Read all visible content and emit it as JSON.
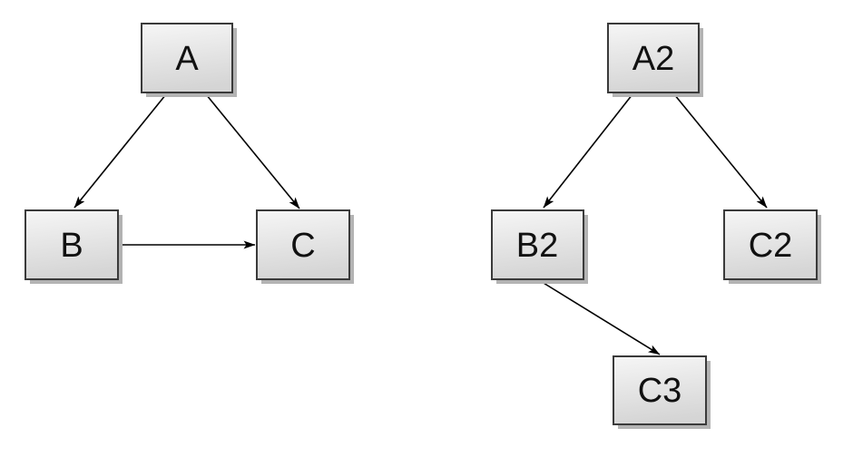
{
  "diagram": {
    "background_color": "#ffffff",
    "node_style": {
      "fill_top": "#f6f6f6",
      "fill_bottom": "#d5d5d5",
      "border_color": "#3a3a3a",
      "shadow_color": "#b3b3b3",
      "text_color": "#111111"
    },
    "edge_style": {
      "line_color": "#000000",
      "arrowhead": "filled-triangle"
    },
    "graphs": [
      {
        "name": "left-graph",
        "nodes": [
          {
            "id": "A",
            "label": "A"
          },
          {
            "id": "B",
            "label": "B"
          },
          {
            "id": "C",
            "label": "C"
          }
        ],
        "edges": [
          {
            "from": "A",
            "to": "B"
          },
          {
            "from": "A",
            "to": "C"
          },
          {
            "from": "B",
            "to": "C"
          }
        ]
      },
      {
        "name": "right-graph",
        "nodes": [
          {
            "id": "A2",
            "label": "A2"
          },
          {
            "id": "B2",
            "label": "B2"
          },
          {
            "id": "C2",
            "label": "C2"
          },
          {
            "id": "C3",
            "label": "C3"
          }
        ],
        "edges": [
          {
            "from": "A2",
            "to": "B2"
          },
          {
            "from": "A2",
            "to": "C2"
          },
          {
            "from": "B2",
            "to": "C3"
          }
        ]
      }
    ]
  }
}
